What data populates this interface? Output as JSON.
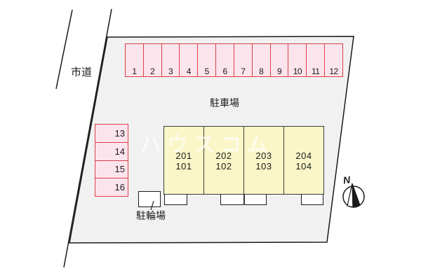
{
  "diagram": {
    "type": "residential-site-plan",
    "labels": {
      "road": "市道",
      "parking_lot": "駐車場",
      "bicycle_parking": "駐輪場",
      "north": "N",
      "watermark": "ハウスコム"
    },
    "parking_row_spaces": [
      "1",
      "2",
      "3",
      "4",
      "5",
      "6",
      "7",
      "8",
      "9",
      "10",
      "11",
      "12"
    ],
    "parking_side_spaces": [
      "13",
      "14",
      "15",
      "16"
    ],
    "building_units": [
      {
        "upper": "201",
        "lower": "101"
      },
      {
        "upper": "202",
        "lower": "102"
      },
      {
        "upper": "203",
        "lower": "103"
      },
      {
        "upper": "204",
        "lower": "104"
      }
    ],
    "colors": {
      "plot_fill": "#f1f1f1",
      "plot_outline": "#1a1a1a",
      "stall_fill": "#fce4ec",
      "stall_border": "#dc4048",
      "building_fill": "#faf6c8",
      "building_border": "#3a3a3a",
      "structure_fill": "#ffffff",
      "text": "#1a1a1a"
    }
  }
}
